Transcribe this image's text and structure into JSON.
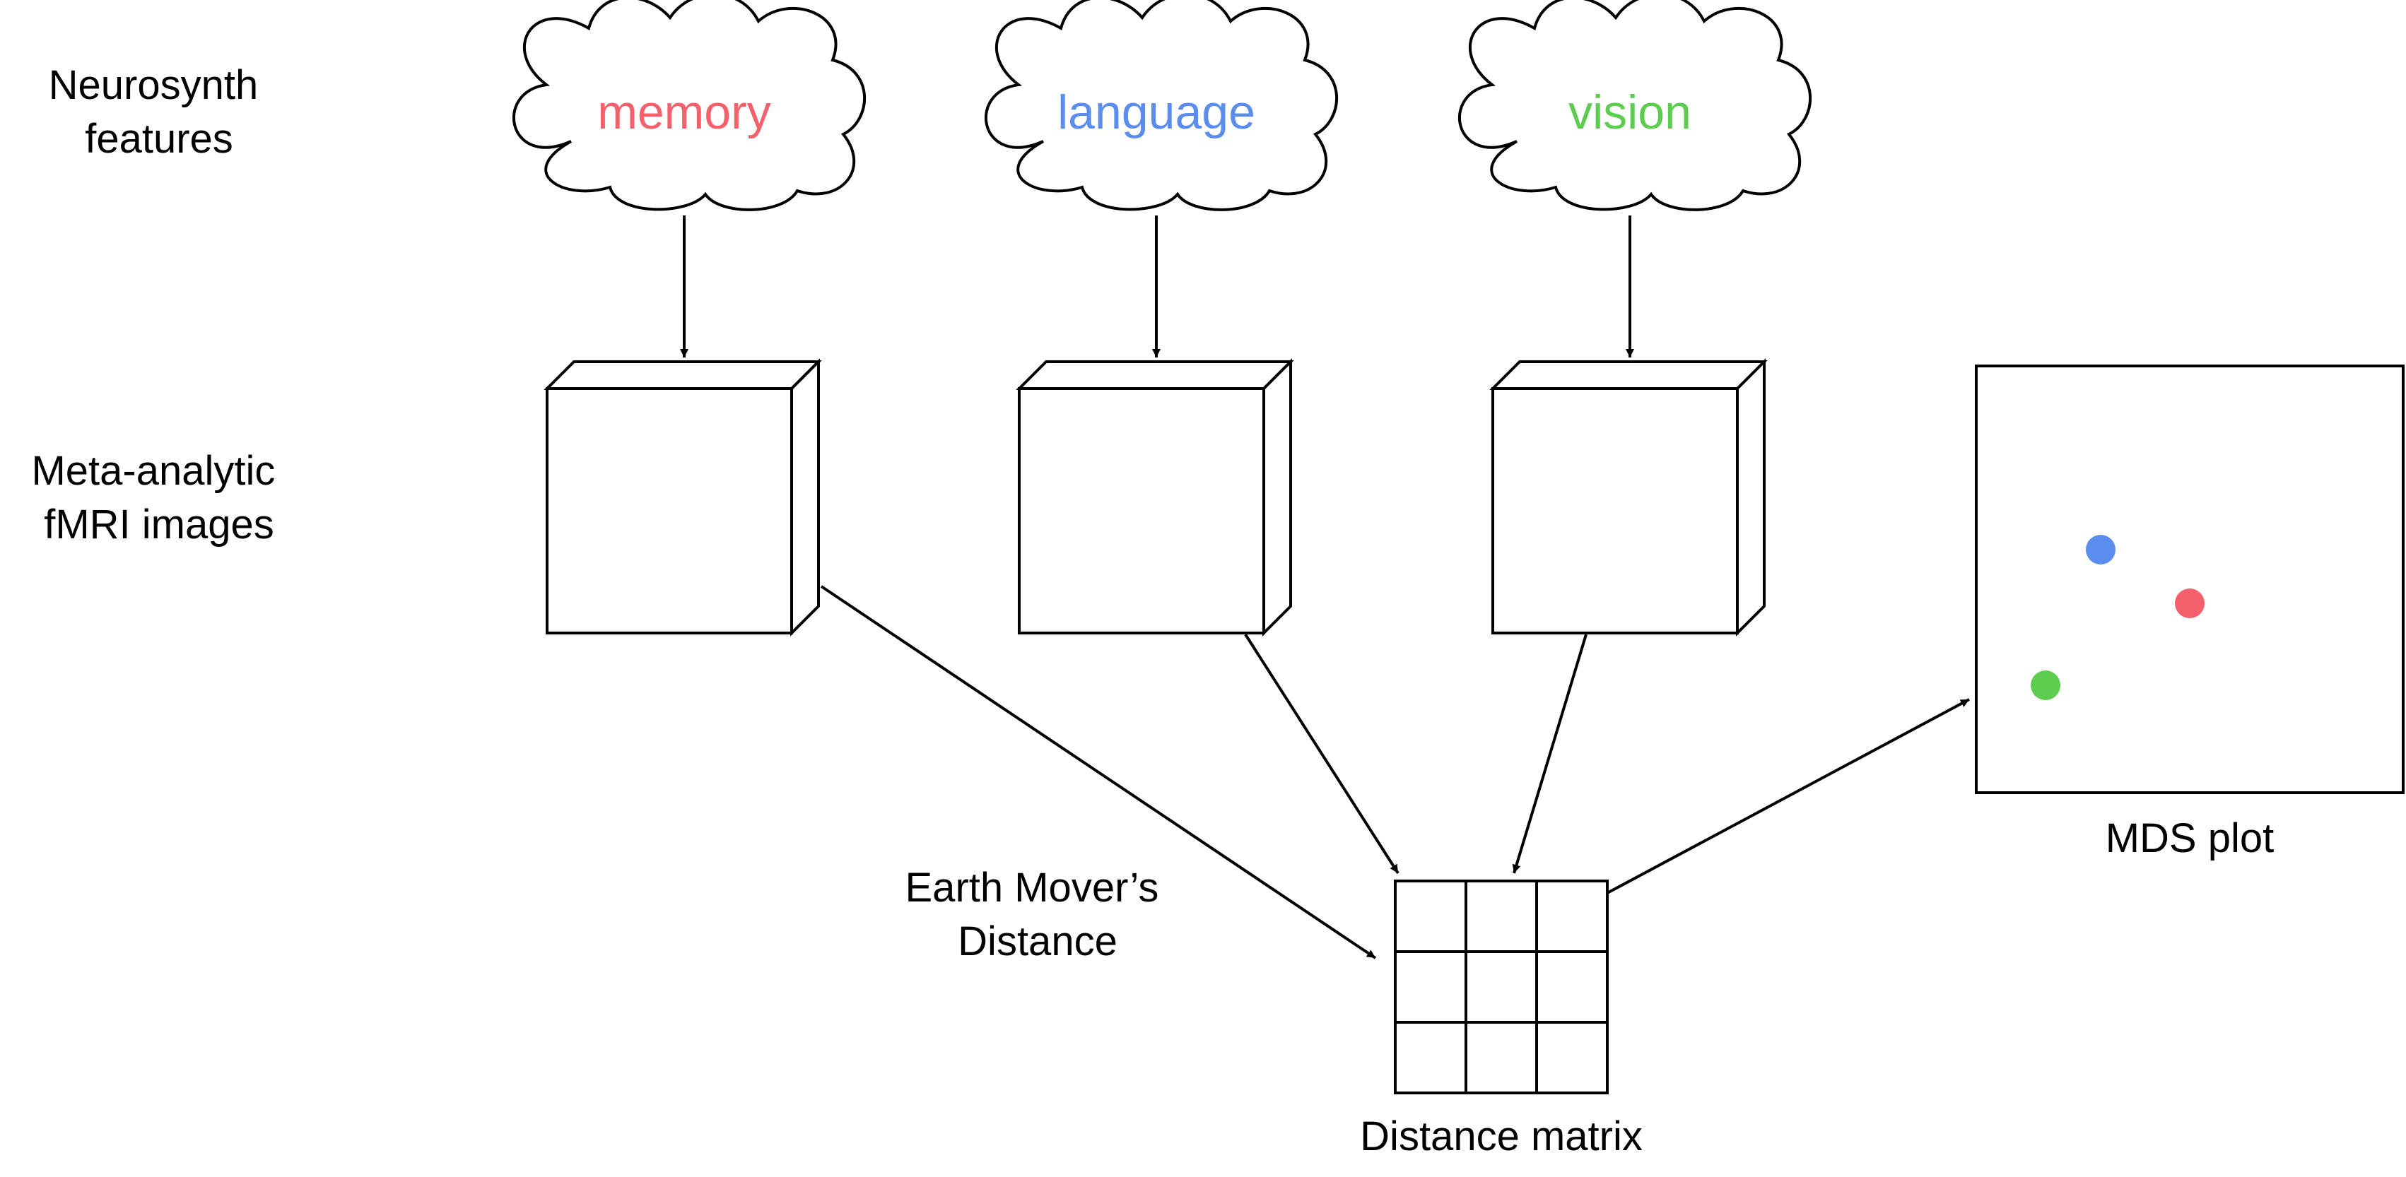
{
  "row_labels": {
    "features": [
      "Neurosynth",
      "features"
    ],
    "images": [
      "Meta-analytic",
      "fMRI images"
    ]
  },
  "features": [
    {
      "label": "memory",
      "color": "#f4606c"
    },
    {
      "label": "language",
      "color": "#5b8def"
    },
    {
      "label": "vision",
      "color": "#5ccd4f"
    }
  ],
  "emd_label": [
    "Earth Mover’s",
    "Distance"
  ],
  "matrix": {
    "label": "Distance matrix",
    "rows": 3,
    "cols": 3
  },
  "mds": {
    "label": "MDS plot",
    "points": [
      {
        "feature": "language",
        "color": "#5b8def"
      },
      {
        "feature": "memory",
        "color": "#f4606c"
      },
      {
        "feature": "vision",
        "color": "#5ccd4f"
      }
    ]
  }
}
